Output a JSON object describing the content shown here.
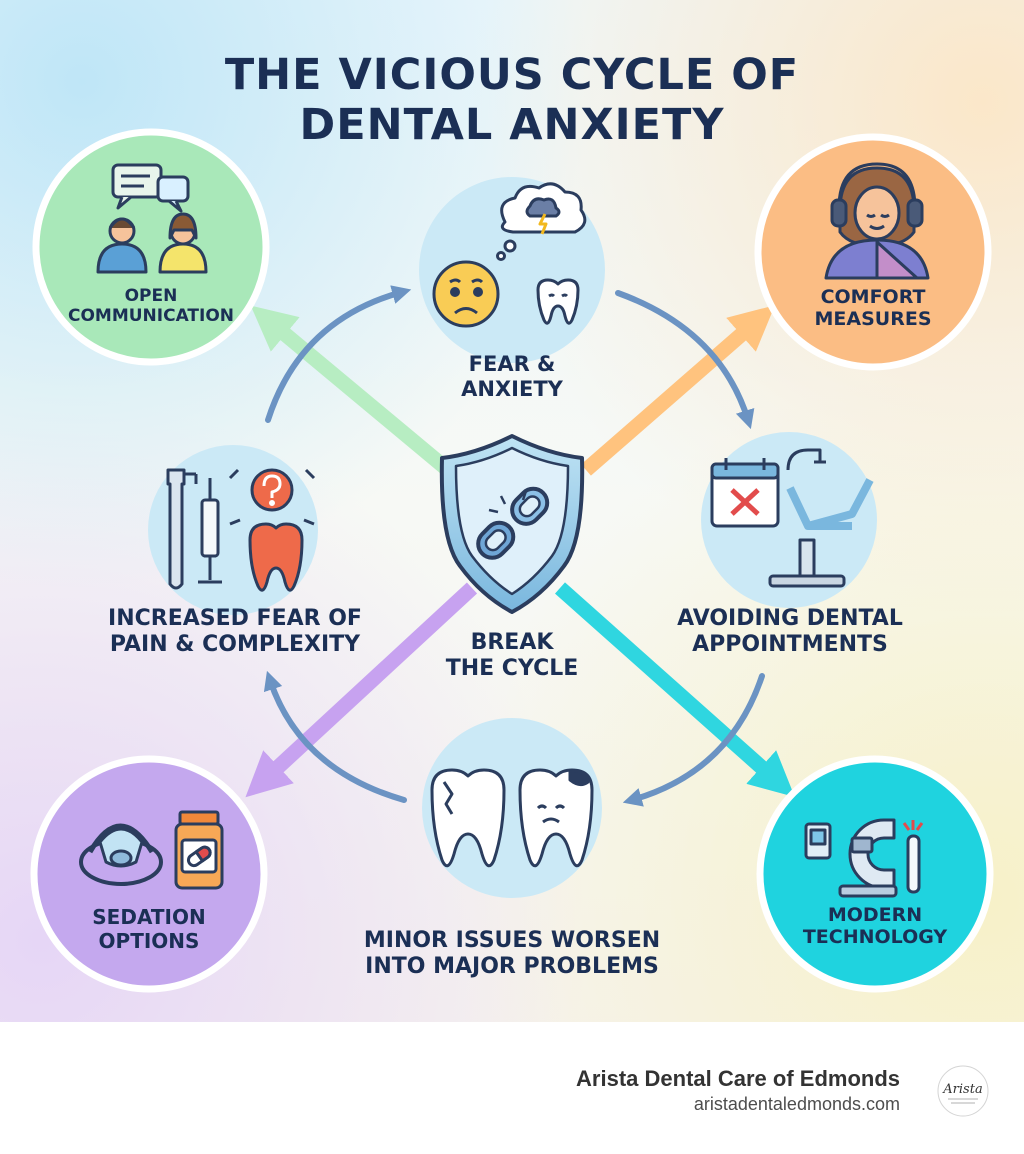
{
  "title": {
    "line1": "THE VICIOUS CYCLE OF",
    "line2": "DENTAL ANXIETY"
  },
  "center": {
    "line1": "BREAK",
    "line2": "THE CYCLE",
    "icon": "shield-broken-chain-icon"
  },
  "cycle": [
    {
      "id": "fear",
      "line1": "FEAR &",
      "line2": "ANXIETY",
      "icon": "worried-face-tooth-icon"
    },
    {
      "id": "avoiding",
      "line1": "AVOIDING DENTAL",
      "line2": "APPOINTMENTS",
      "icon": "calendar-dental-chair-icon"
    },
    {
      "id": "minor",
      "line1": "MINOR ISSUES WORSEN",
      "line2": "INTO MAJOR PROBLEMS",
      "icon": "damaged-teeth-icon"
    },
    {
      "id": "increased",
      "line1": "INCREASED FEAR OF",
      "line2": "PAIN & COMPLEXITY",
      "icon": "dental-tools-question-icon"
    }
  ],
  "solutions": [
    {
      "id": "communication",
      "line1": "OPEN",
      "line2": "COMMUNICATION",
      "color": "#a9e8b9",
      "icon": "speech-bubbles-people-icon"
    },
    {
      "id": "comfort",
      "line1": "COMFORT",
      "line2": "MEASURES",
      "color": "#fbbd84",
      "icon": "headphones-blanket-icon"
    },
    {
      "id": "sedation",
      "line1": "SEDATION",
      "line2": "OPTIONS",
      "color": "#c4a8ee",
      "icon": "mask-pill-bottle-icon"
    },
    {
      "id": "technology",
      "line1": "MODERN",
      "line2": "TECHNOLOGY",
      "color": "#1fd3df",
      "icon": "scanner-device-icon"
    }
  ],
  "colors": {
    "title": "#1b2f55",
    "cycle_arrow": "#6b93c3",
    "green_arrow": "#b7edc2",
    "orange_arrow": "#ffc37e",
    "purple_arrow": "#c7a2f0",
    "cyan_arrow": "#2fd6e0"
  },
  "footer": {
    "name": "Arista Dental Care of Edmonds",
    "url": "aristadentaledmonds.com",
    "logo_icon": "arista-signature-logo-icon",
    "logo_text": "Arista"
  }
}
